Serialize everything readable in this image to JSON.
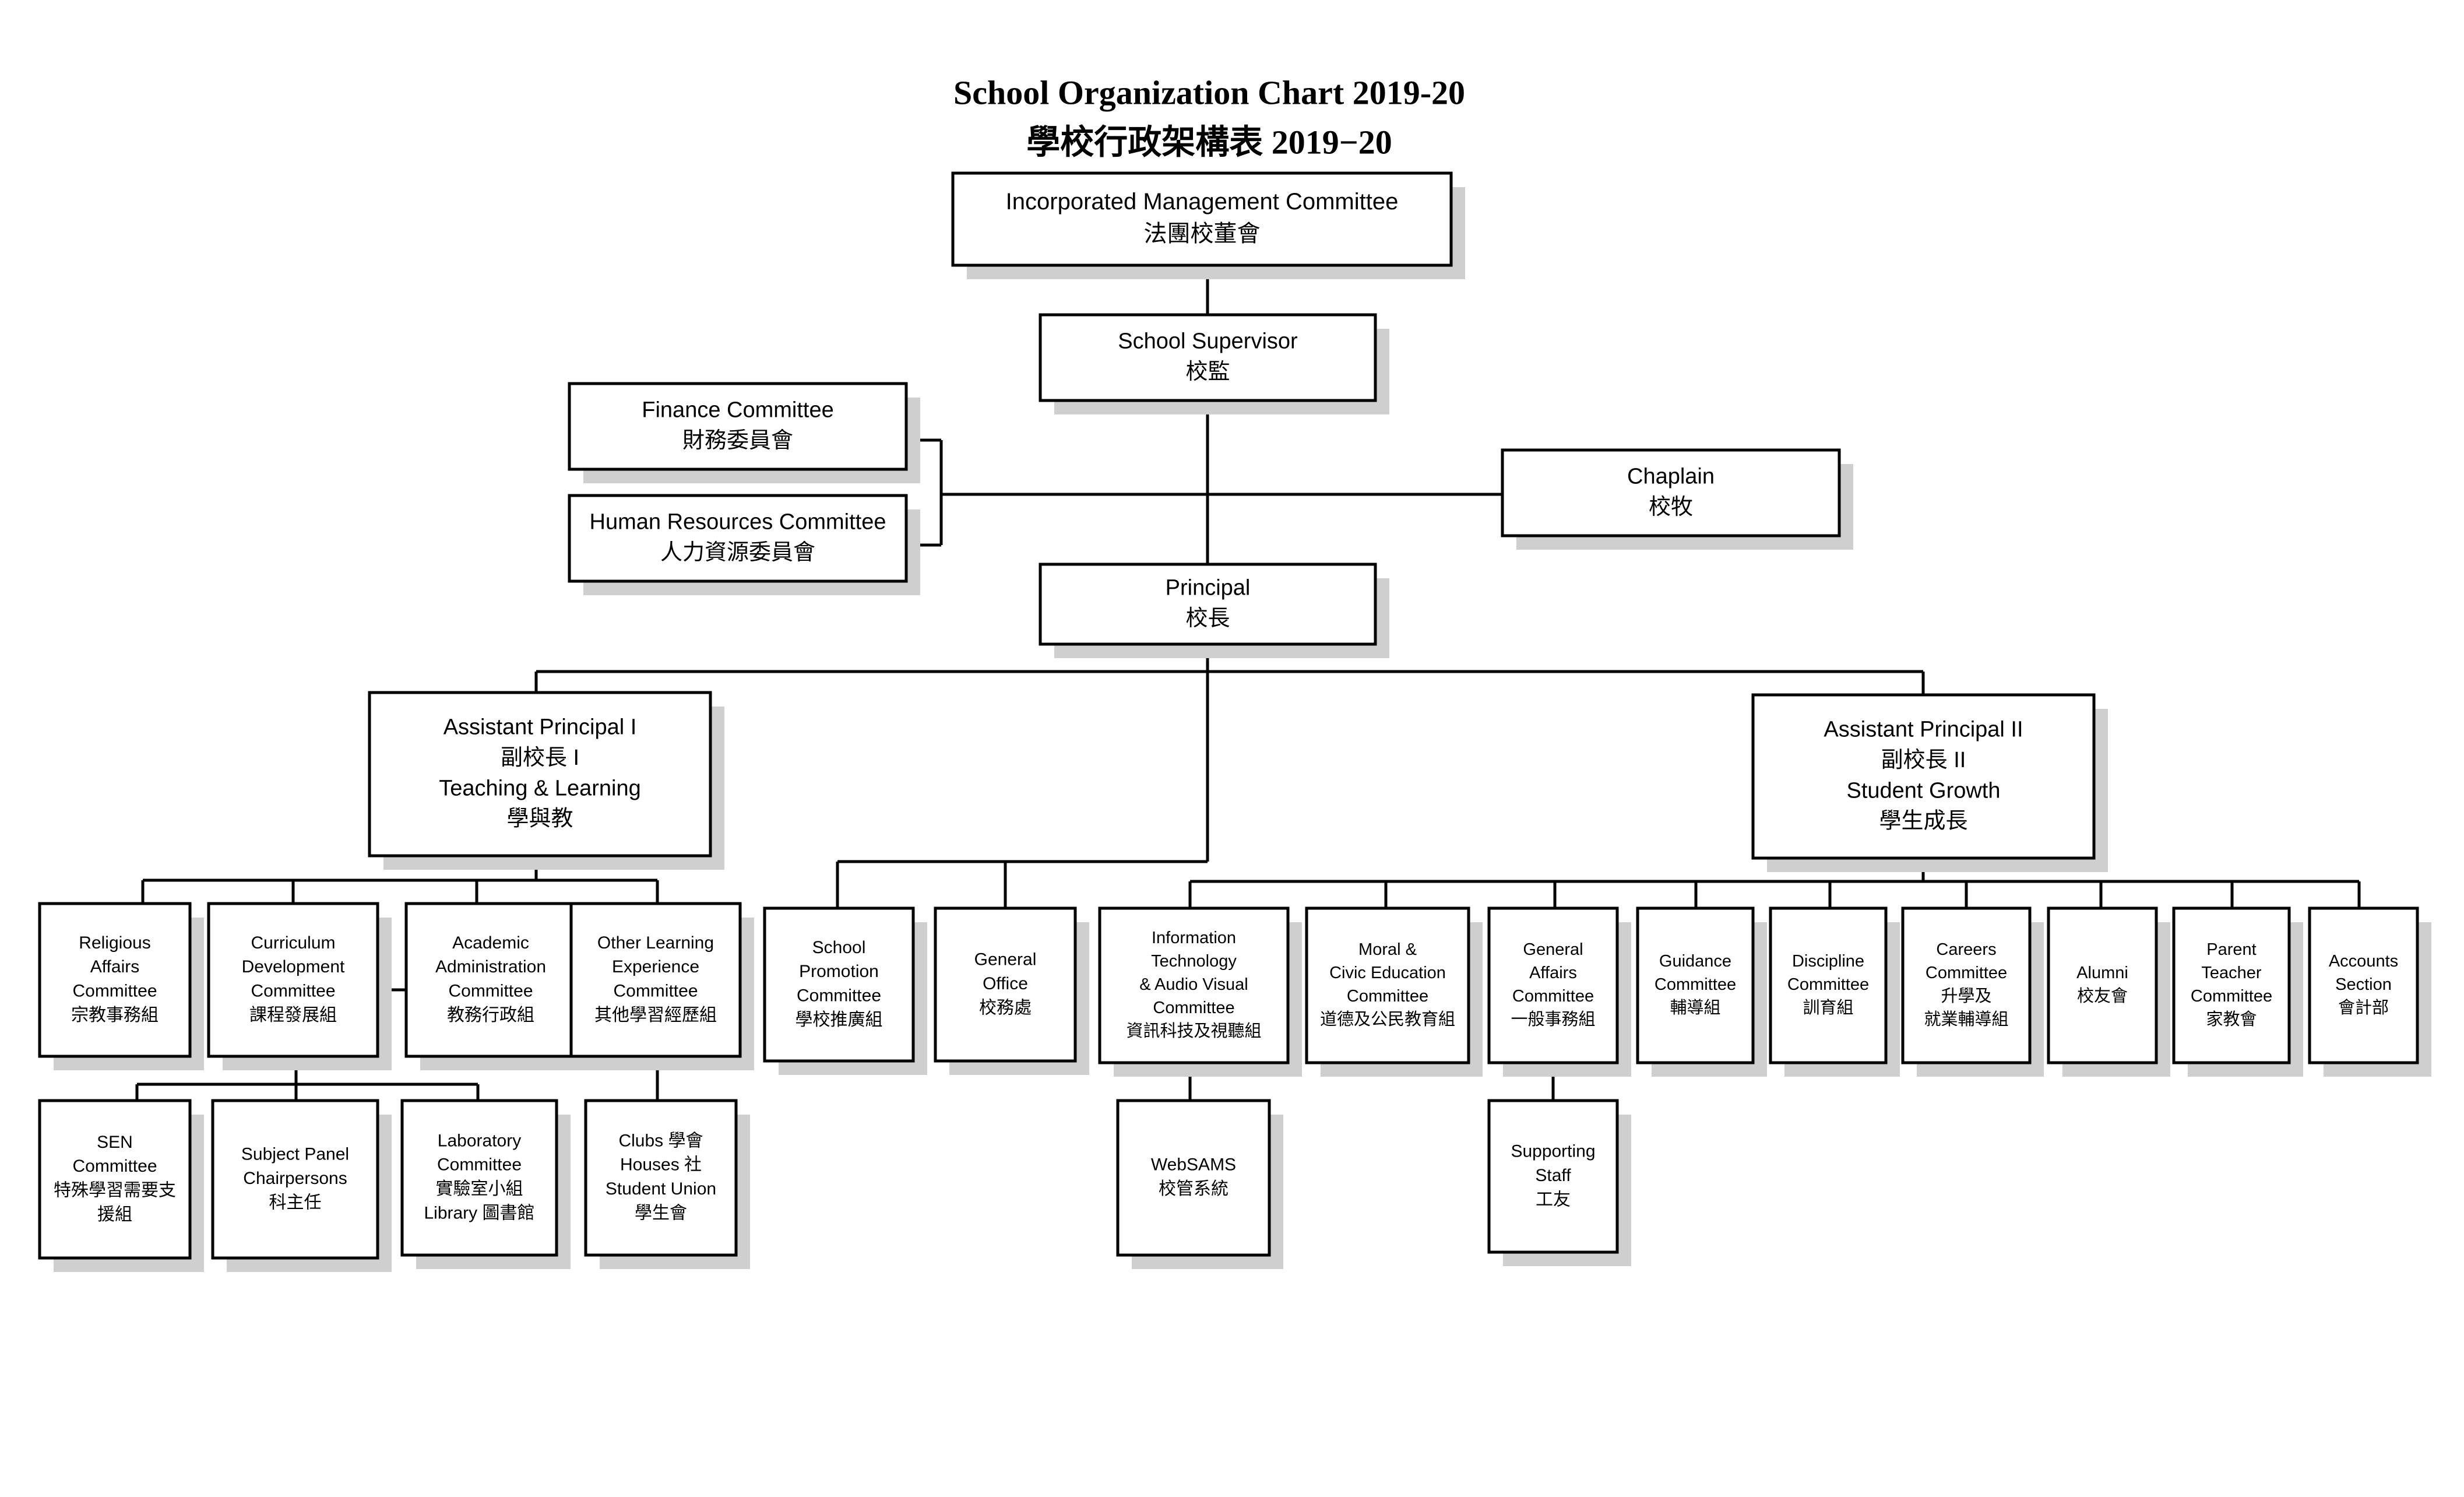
{
  "title": {
    "english": "School Organization Chart 2019-20",
    "chinese": "學校行政架構表  2019−20"
  },
  "nodes": {
    "imc": [
      "Incorporated Management Committee",
      "法團校董會"
    ],
    "supervisor": [
      "School Supervisor",
      "校監"
    ],
    "finance": [
      "Finance Committee",
      "財務委員會"
    ],
    "hr": [
      "Human Resources Committee",
      "人力資源委員會"
    ],
    "chaplain": [
      "Chaplain",
      "校牧"
    ],
    "principal": [
      "Principal",
      "校長"
    ],
    "ap1": [
      "Assistant Principal I",
      "副校長  I",
      "Teaching & Learning",
      "學與教"
    ],
    "ap2": [
      "Assistant Principal II",
      "副校長  II",
      "Student Growth",
      "學生成長"
    ],
    "religious": [
      "Religious",
      "Affairs",
      "Committee",
      "宗教事務組"
    ],
    "curriculum": [
      "Curriculum",
      "Development",
      "Committee",
      "課程發展組"
    ],
    "academic": [
      "Academic",
      "Administration",
      "Committee",
      "教務行政組"
    ],
    "ole": [
      "Other Learning",
      "Experience",
      "Committee",
      "其他學習經歷組"
    ],
    "promotion": [
      "School",
      "Promotion",
      "Committee",
      "學校推廣組"
    ],
    "general_office": [
      "General",
      "Office",
      "校務處"
    ],
    "it": [
      "Information",
      "Technology",
      "& Audio Visual",
      "Committee",
      "資訊科技及視聽組"
    ],
    "moral": [
      "Moral &",
      "Civic Education",
      "Committee",
      "道德及公民教育組"
    ],
    "general_affairs": [
      "General",
      "Affairs",
      "Committee",
      "一般事務組"
    ],
    "guidance": [
      "Guidance",
      "Committee",
      "輔導組"
    ],
    "discipline": [
      "Discipline",
      "Committee",
      "訓育組"
    ],
    "careers": [
      "Careers",
      "Committee",
      "升學及",
      "就業輔導組"
    ],
    "alumni": [
      "Alumni",
      "校友會"
    ],
    "pta": [
      "Parent",
      "Teacher",
      "Committee",
      "家教會"
    ],
    "accounts": [
      "Accounts",
      "Section",
      "會計部"
    ],
    "sen": [
      "SEN",
      "Committee",
      "特殊學習需要支",
      "援組"
    ],
    "panel": [
      "Subject Panel",
      "Chairpersons",
      "科主任"
    ],
    "lab": [
      "Laboratory",
      "Committee",
      "實驗室小組",
      "Library  圖書館"
    ],
    "clubs": [
      "Clubs  學會",
      "Houses  社",
      "Student Union",
      "學生會"
    ],
    "websams": [
      "WebSAMS",
      "校管系統"
    ],
    "staff": [
      "Supporting",
      "Staff",
      "工友"
    ]
  }
}
